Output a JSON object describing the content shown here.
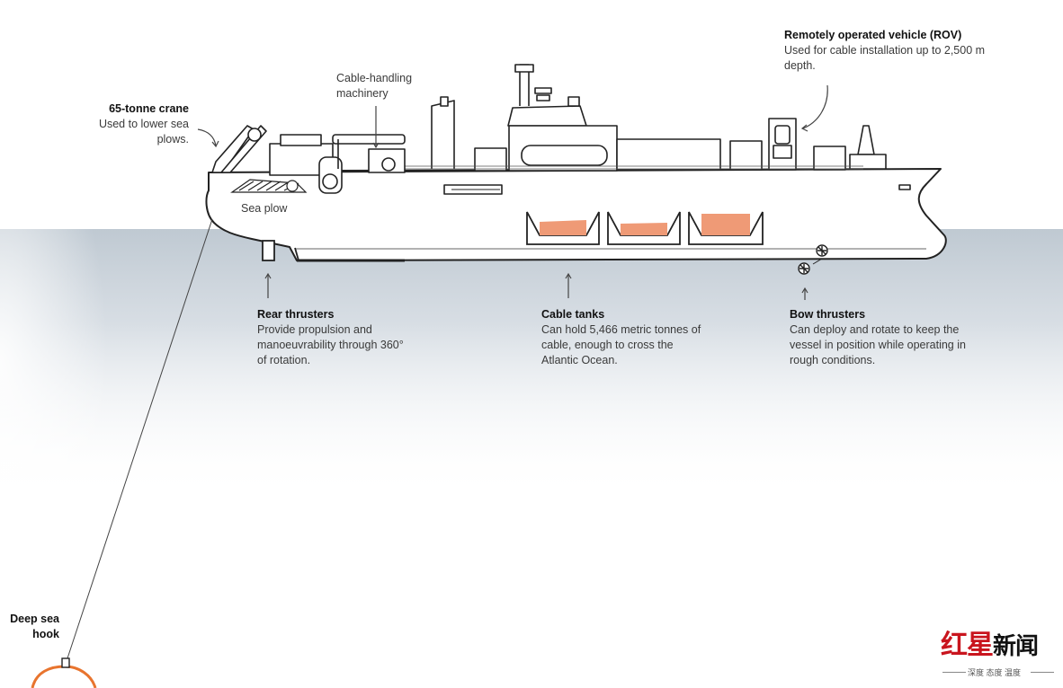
{
  "labels": {
    "crane": {
      "title": "65-tonne crane",
      "desc_lines": [
        "Used to lower sea",
        "plows."
      ]
    },
    "cable_machinery": {
      "lines": [
        "Cable-handling",
        "machinery"
      ]
    },
    "rov": {
      "title": "Remotely operated vehicle (ROV)",
      "desc_lines": [
        "Used for cable installation up to 2,500 m",
        "depth."
      ]
    },
    "sea_plow": {
      "text": "Sea plow"
    },
    "rear_thrusters": {
      "title": "Rear thrusters",
      "desc_lines": [
        "Provide propulsion and",
        "manoeuvrability through 360°",
        "of rotation."
      ]
    },
    "cable_tanks": {
      "title": "Cable tanks",
      "desc_lines": [
        "Can hold 5,466 metric tonnes of",
        "cable, enough to cross the",
        "Atlantic Ocean."
      ]
    },
    "bow_thrusters": {
      "title": "Bow thrusters",
      "desc_lines": [
        "Can deploy and rotate to keep the",
        "vessel in position while operating in",
        "rough conditions."
      ]
    },
    "hook": {
      "title_lines": [
        "Deep sea",
        "hook"
      ]
    }
  },
  "watermark": {
    "brand_red": "红星",
    "brand_black": "新闻",
    "tagline": "深度 态度 温度"
  },
  "colors": {
    "ink": "#222222",
    "sea_top": "#c5ced6",
    "tank_fill": "#ef9a76",
    "hook_ring": "#e8742e",
    "brand": "#c9151e"
  }
}
